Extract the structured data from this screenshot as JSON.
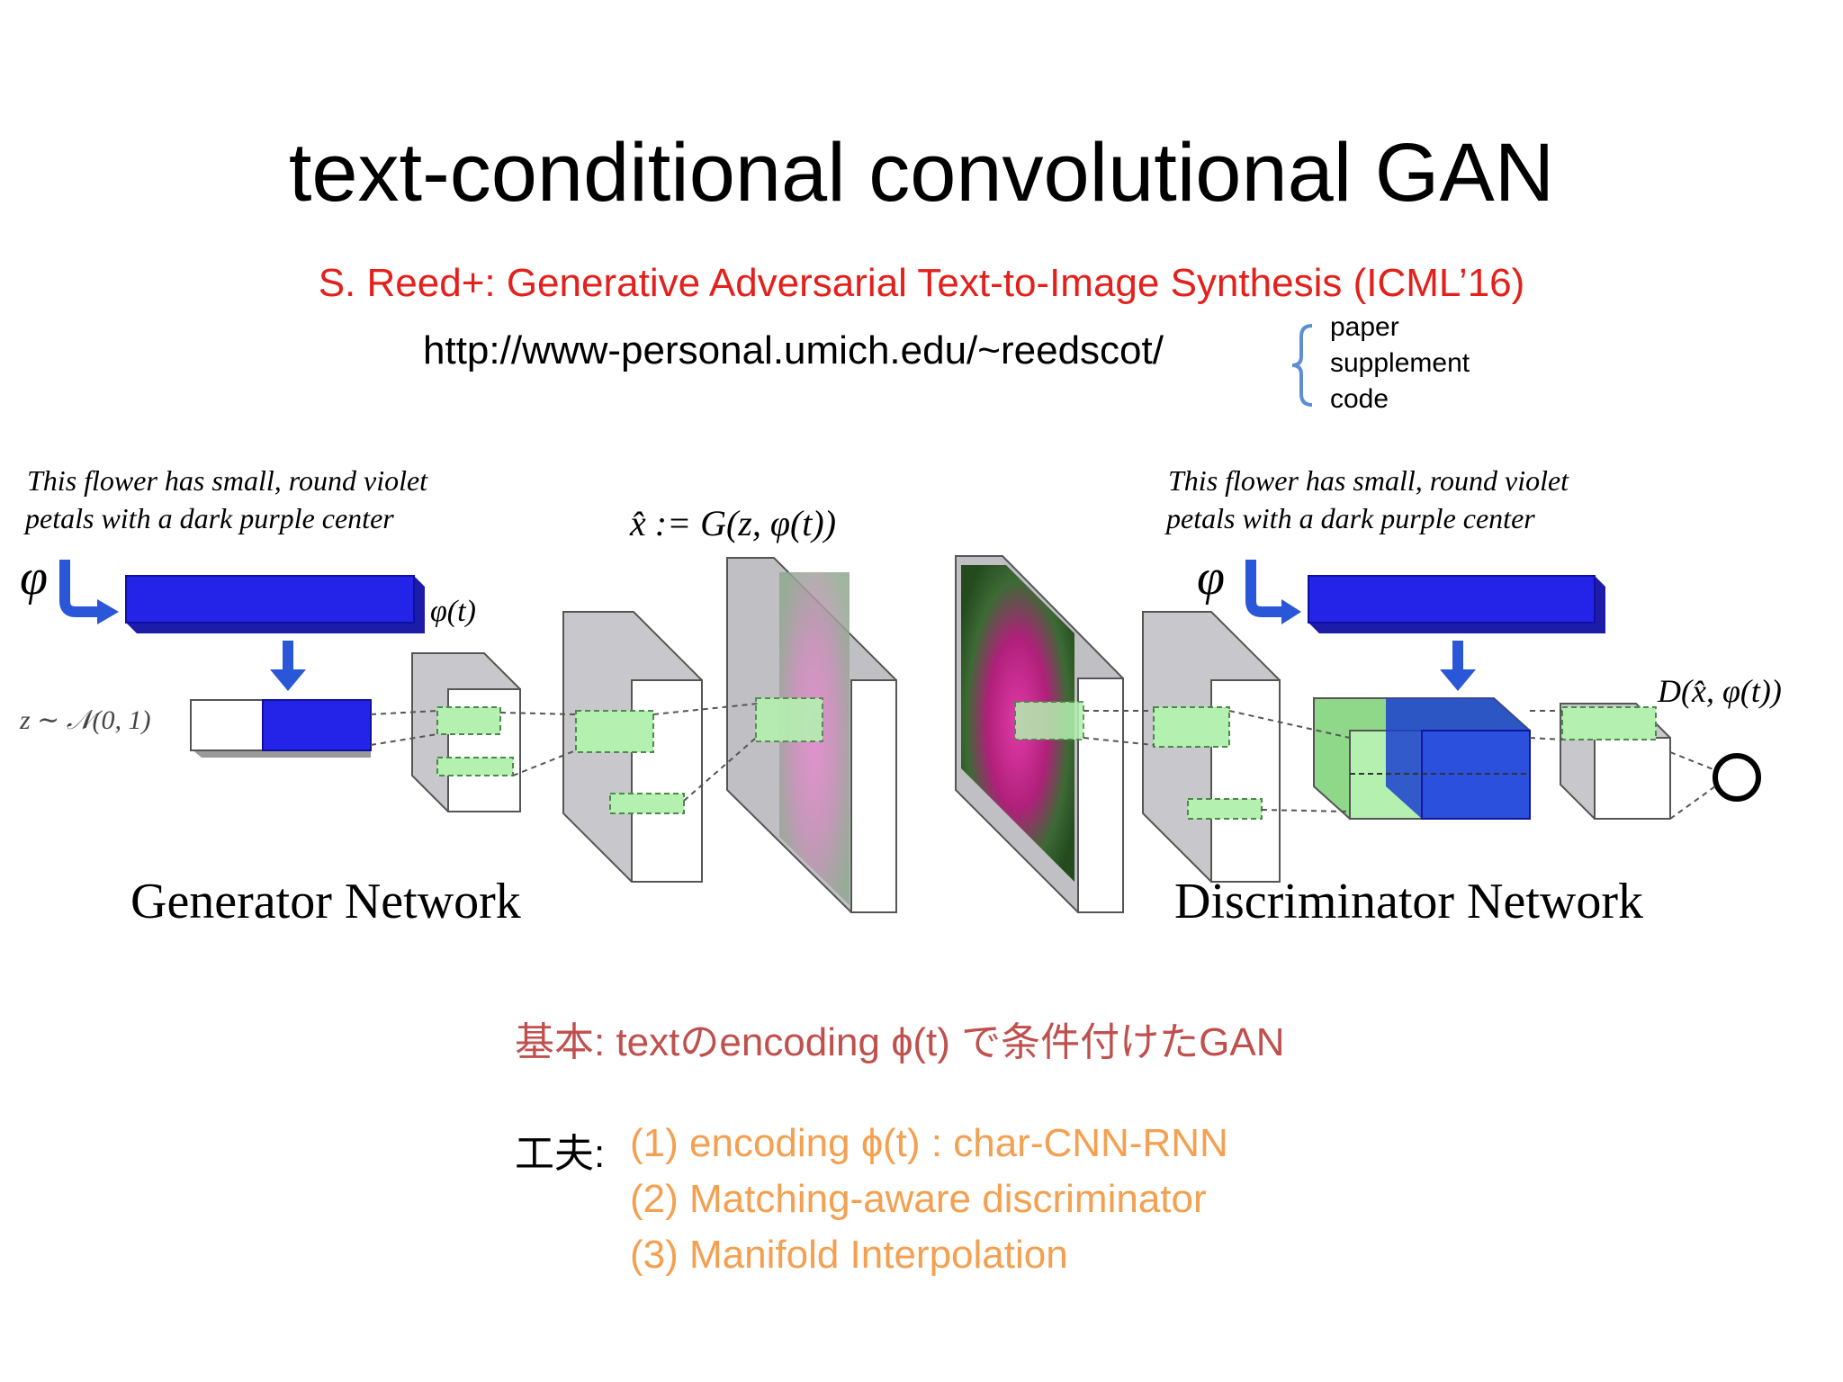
{
  "slide": {
    "title": "text-conditional convolutional GAN",
    "reference": "S. Reed+: Generative Adversarial Text-to-Image Synthesis (ICML’16)",
    "url": "http://www-personal.umich.edu/~reedscot/",
    "resources": [
      "paper",
      "supplement",
      "code"
    ]
  },
  "diagram": {
    "generator_caption": "This flower has small, round violet",
    "generator_caption_line2": "petals with a dark purple center",
    "discriminator_caption": "This flower has small, round violet",
    "discriminator_caption_line2": "petals with a dark purple center",
    "phi_symbol": "φ",
    "phi_t_label": "φ(t)",
    "z_label": "z ∼ 𝒩(0, 1)",
    "xhat_label": "x̂ := G(z, φ(t))",
    "d_label": "D(x̂, φ(t))",
    "generator_label": "Generator Network",
    "discriminator_label": "Discriminator Network"
  },
  "summary": {
    "basic_prefix": "基本",
    "basic_text": ": textのencoding ɸ(t) で条件付けたGAN",
    "tricks_prefix": "工夫",
    "tricks_colon": ": ",
    "tricks": [
      "(1) encoding ɸ(t) : char-CNN-RNN",
      "(2) Matching-aware discriminator",
      "(3) Manifold Interpolation"
    ]
  },
  "colors": {
    "reference": "#e3201b",
    "basic": "#c0504d",
    "tricks": "#f4a050",
    "embedding_blue": "#2424e8",
    "feature_green": "#b4f0b0"
  }
}
